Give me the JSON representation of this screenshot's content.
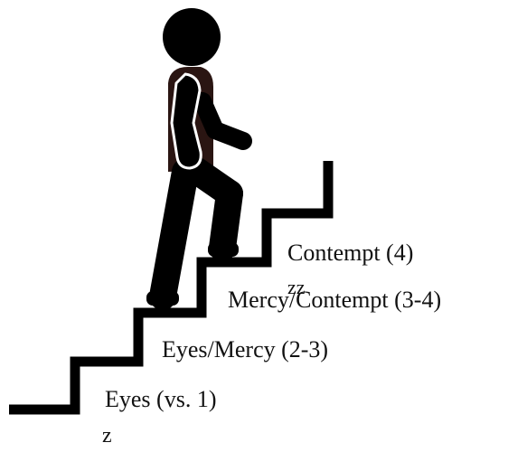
{
  "diagram": {
    "labels": [
      {
        "id": "step-1",
        "text": "Eyes (vs. 1)"
      },
      {
        "id": "step-2",
        "text": "Eyes/Mercy (2-3)"
      },
      {
        "id": "step-3",
        "text": "Mercy/Contempt (3-4)"
      },
      {
        "id": "step-4",
        "text": "Contempt (4)"
      }
    ],
    "marks": [
      {
        "id": "mark-1",
        "text": "z"
      },
      {
        "id": "mark-2",
        "text": "zz"
      }
    ],
    "colors": {
      "stairs": "#000000",
      "figure": "#000000",
      "figure_outline": "#ffffff",
      "torso_tint": "#2a1512",
      "text": "#111111",
      "background": "#ffffff"
    },
    "icons": {
      "staircase": "staircase-icon",
      "walker": "person-climbing-stairs-icon"
    }
  }
}
